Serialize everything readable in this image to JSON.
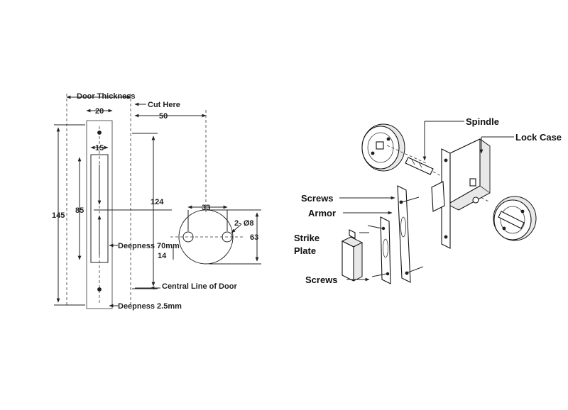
{
  "dimensions": {
    "door_thickness": "Door Thickness",
    "cut_here": "Cut Here",
    "d20": "20",
    "d50": "50",
    "d15": "15",
    "d124": "124",
    "d145": "145",
    "d85": "85",
    "d33": "33",
    "hole": "2- Ø8",
    "d63": "63",
    "deepness_70": "Deepness 70mm",
    "d14": "14",
    "central_line": "Central Line of Door",
    "deepness_2_5": "Deepness 2.5mm"
  },
  "parts": {
    "spindle": "Spindle",
    "lock_case": "Lock Case",
    "screws_top": "Screws",
    "armor": "Armor",
    "strike_plate_line1": "Strike",
    "strike_plate_line2": "Plate",
    "screws_bottom": "Screws"
  }
}
